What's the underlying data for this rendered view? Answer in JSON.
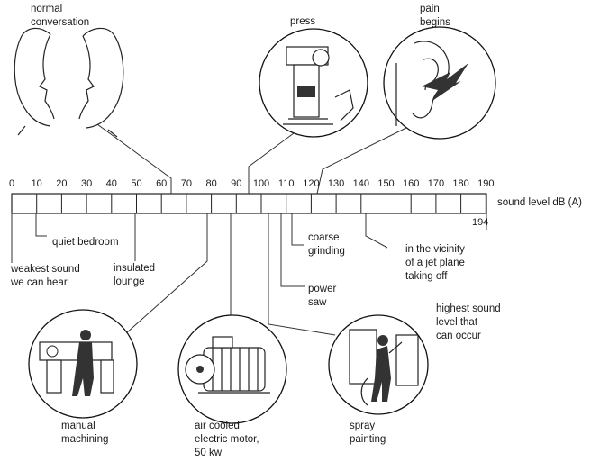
{
  "scale": {
    "ticks": [
      "0",
      "10",
      "20",
      "30",
      "40",
      "50",
      "60",
      "70",
      "80",
      "90",
      "100",
      "110",
      "120",
      "130",
      "140",
      "150",
      "160",
      "170",
      "180",
      "190"
    ],
    "unit_label": "sound level dB (A)",
    "max_value": "194"
  },
  "labels": {
    "normal_conversation": "normal\nconversation",
    "press": "press",
    "pain_begins": "pain\nbegins",
    "quiet_bedroom": "quiet bedroom",
    "weakest_sound": "weakest sound\nwe can hear",
    "insulated_lounge": "insulated\nlounge",
    "coarse_grinding": "coarse\ngrinding",
    "jet_plane": "in the vicinity\nof a jet plane\ntaking off",
    "power_saw": "power\nsaw",
    "highest_sound": "highest sound\nlevel that\ncan occur",
    "manual_machining": "manual\nmachining",
    "electric_motor": "air cooled\nelectric motor,\n50 kw",
    "spray_painting": "spray\npainting"
  },
  "illustrations": {
    "conversation": "two-faces-illustration",
    "press": "press-machine-illustration",
    "ear": "ear-lightning-illustration",
    "lathe": "lathe-operator-illustration",
    "motor": "electric-motor-illustration",
    "spray": "spray-painter-illustration"
  }
}
